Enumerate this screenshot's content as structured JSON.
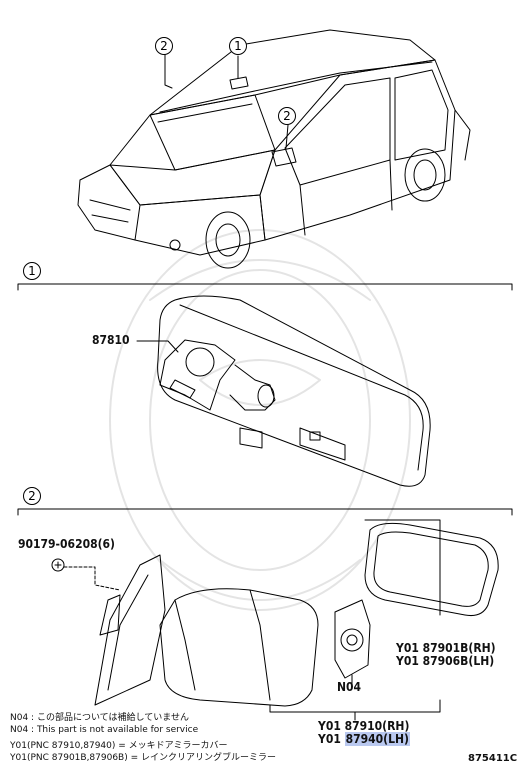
{
  "callouts": {
    "one": "1",
    "two": "2"
  },
  "sections": {
    "one_number": "1",
    "two_number": "2"
  },
  "parts": {
    "inner_mirror": "87810",
    "bolt": "90179-06208(6)",
    "mirror_rh_prefix": "Y01",
    "mirror_rh_code": "87910(RH)",
    "mirror_lh_prefix": "Y01",
    "mirror_lh_code": "87940(LH)",
    "glass_rh": "Y01 87901B(RH)",
    "glass_lh": "Y01 87906B(LH)",
    "n04": "N04"
  },
  "notes": {
    "line1": "N04 : この部品については補給していません",
    "line2": "N04 : This part is not available for service",
    "line3": "Y01(PNC 87910,87940) = メッキドアミラーカバー",
    "line4": "Y01(PNC 87901B,87906B) = レインクリアリングブルーミラー"
  },
  "figure_number": "875411C"
}
